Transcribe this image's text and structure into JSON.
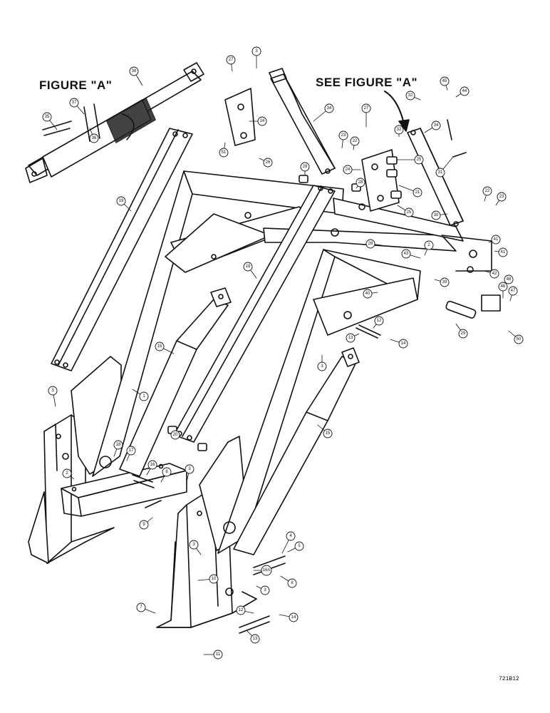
{
  "headings": {
    "figure_a": "FIGURE \"A\"",
    "see_figure_a": "SEE FIGURE \"A\""
  },
  "drawing_number": "721B12",
  "callouts": [
    {
      "id": "c38",
      "label": "38"
    },
    {
      "id": "c35",
      "label": "35"
    },
    {
      "id": "c37",
      "label": "37"
    },
    {
      "id": "c36",
      "label": "36"
    },
    {
      "id": "c27a",
      "label": "27"
    },
    {
      "id": "c3a",
      "label": "3"
    },
    {
      "id": "c24a",
      "label": "24"
    },
    {
      "id": "c51",
      "label": "51"
    },
    {
      "id": "c26",
      "label": "26"
    },
    {
      "id": "c34a",
      "label": "34"
    },
    {
      "id": "c27b",
      "label": "27"
    },
    {
      "id": "c23a",
      "label": "23"
    },
    {
      "id": "c22a",
      "label": "22"
    },
    {
      "id": "c28a",
      "label": "28"
    },
    {
      "id": "c24b",
      "label": "24"
    },
    {
      "id": "c28b",
      "label": "28"
    },
    {
      "id": "c25a",
      "label": "25"
    },
    {
      "id": "c21",
      "label": "21"
    },
    {
      "id": "c25b",
      "label": "25"
    },
    {
      "id": "c32a",
      "label": "32"
    },
    {
      "id": "c32b",
      "label": "32"
    },
    {
      "id": "c45a",
      "label": "45"
    },
    {
      "id": "c44",
      "label": "44"
    },
    {
      "id": "c34b",
      "label": "34"
    },
    {
      "id": "c31",
      "label": "31"
    },
    {
      "id": "c22b",
      "label": "22"
    },
    {
      "id": "c23b",
      "label": "23"
    },
    {
      "id": "c30",
      "label": "30"
    },
    {
      "id": "c19a",
      "label": "19"
    },
    {
      "id": "c19b",
      "label": "19"
    },
    {
      "id": "c28c",
      "label": "28"
    },
    {
      "id": "c43",
      "label": "43"
    },
    {
      "id": "c2a",
      "label": "2"
    },
    {
      "id": "c41a",
      "label": "41"
    },
    {
      "id": "c41b",
      "label": "41"
    },
    {
      "id": "c42",
      "label": "42"
    },
    {
      "id": "c39",
      "label": "39"
    },
    {
      "id": "c40",
      "label": "40"
    },
    {
      "id": "c46",
      "label": "46"
    },
    {
      "id": "c47",
      "label": "47"
    },
    {
      "id": "c48",
      "label": "48"
    },
    {
      "id": "c50",
      "label": "50"
    },
    {
      "id": "c29",
      "label": "29"
    },
    {
      "id": "c12a",
      "label": "12"
    },
    {
      "id": "c13a",
      "label": "13"
    },
    {
      "id": "c14a",
      "label": "14"
    },
    {
      "id": "c3b",
      "label": "3"
    },
    {
      "id": "c15a",
      "label": "15"
    },
    {
      "id": "c1",
      "label": "1"
    },
    {
      "id": "c3c",
      "label": "3"
    },
    {
      "id": "c18",
      "label": "18"
    },
    {
      "id": "c17",
      "label": "17"
    },
    {
      "id": "c16",
      "label": "16"
    },
    {
      "id": "c6",
      "label": "6"
    },
    {
      "id": "c3d",
      "label": "3"
    },
    {
      "id": "c2b",
      "label": "2"
    },
    {
      "id": "c9",
      "label": "9"
    },
    {
      "id": "c20",
      "label": "20"
    },
    {
      "id": "c15b",
      "label": "15"
    },
    {
      "id": "c3e",
      "label": "3"
    },
    {
      "id": "c10",
      "label": "10"
    },
    {
      "id": "c4",
      "label": "4"
    },
    {
      "id": "c5",
      "label": "5"
    },
    {
      "id": "c16a",
      "label": "16A"
    },
    {
      "id": "c8",
      "label": "8"
    },
    {
      "id": "c3f",
      "label": "3"
    },
    {
      "id": "c7",
      "label": "7"
    },
    {
      "id": "c12b",
      "label": "12"
    },
    {
      "id": "c14b",
      "label": "14"
    },
    {
      "id": "c13b",
      "label": "13"
    },
    {
      "id": "c11",
      "label": "11"
    }
  ]
}
